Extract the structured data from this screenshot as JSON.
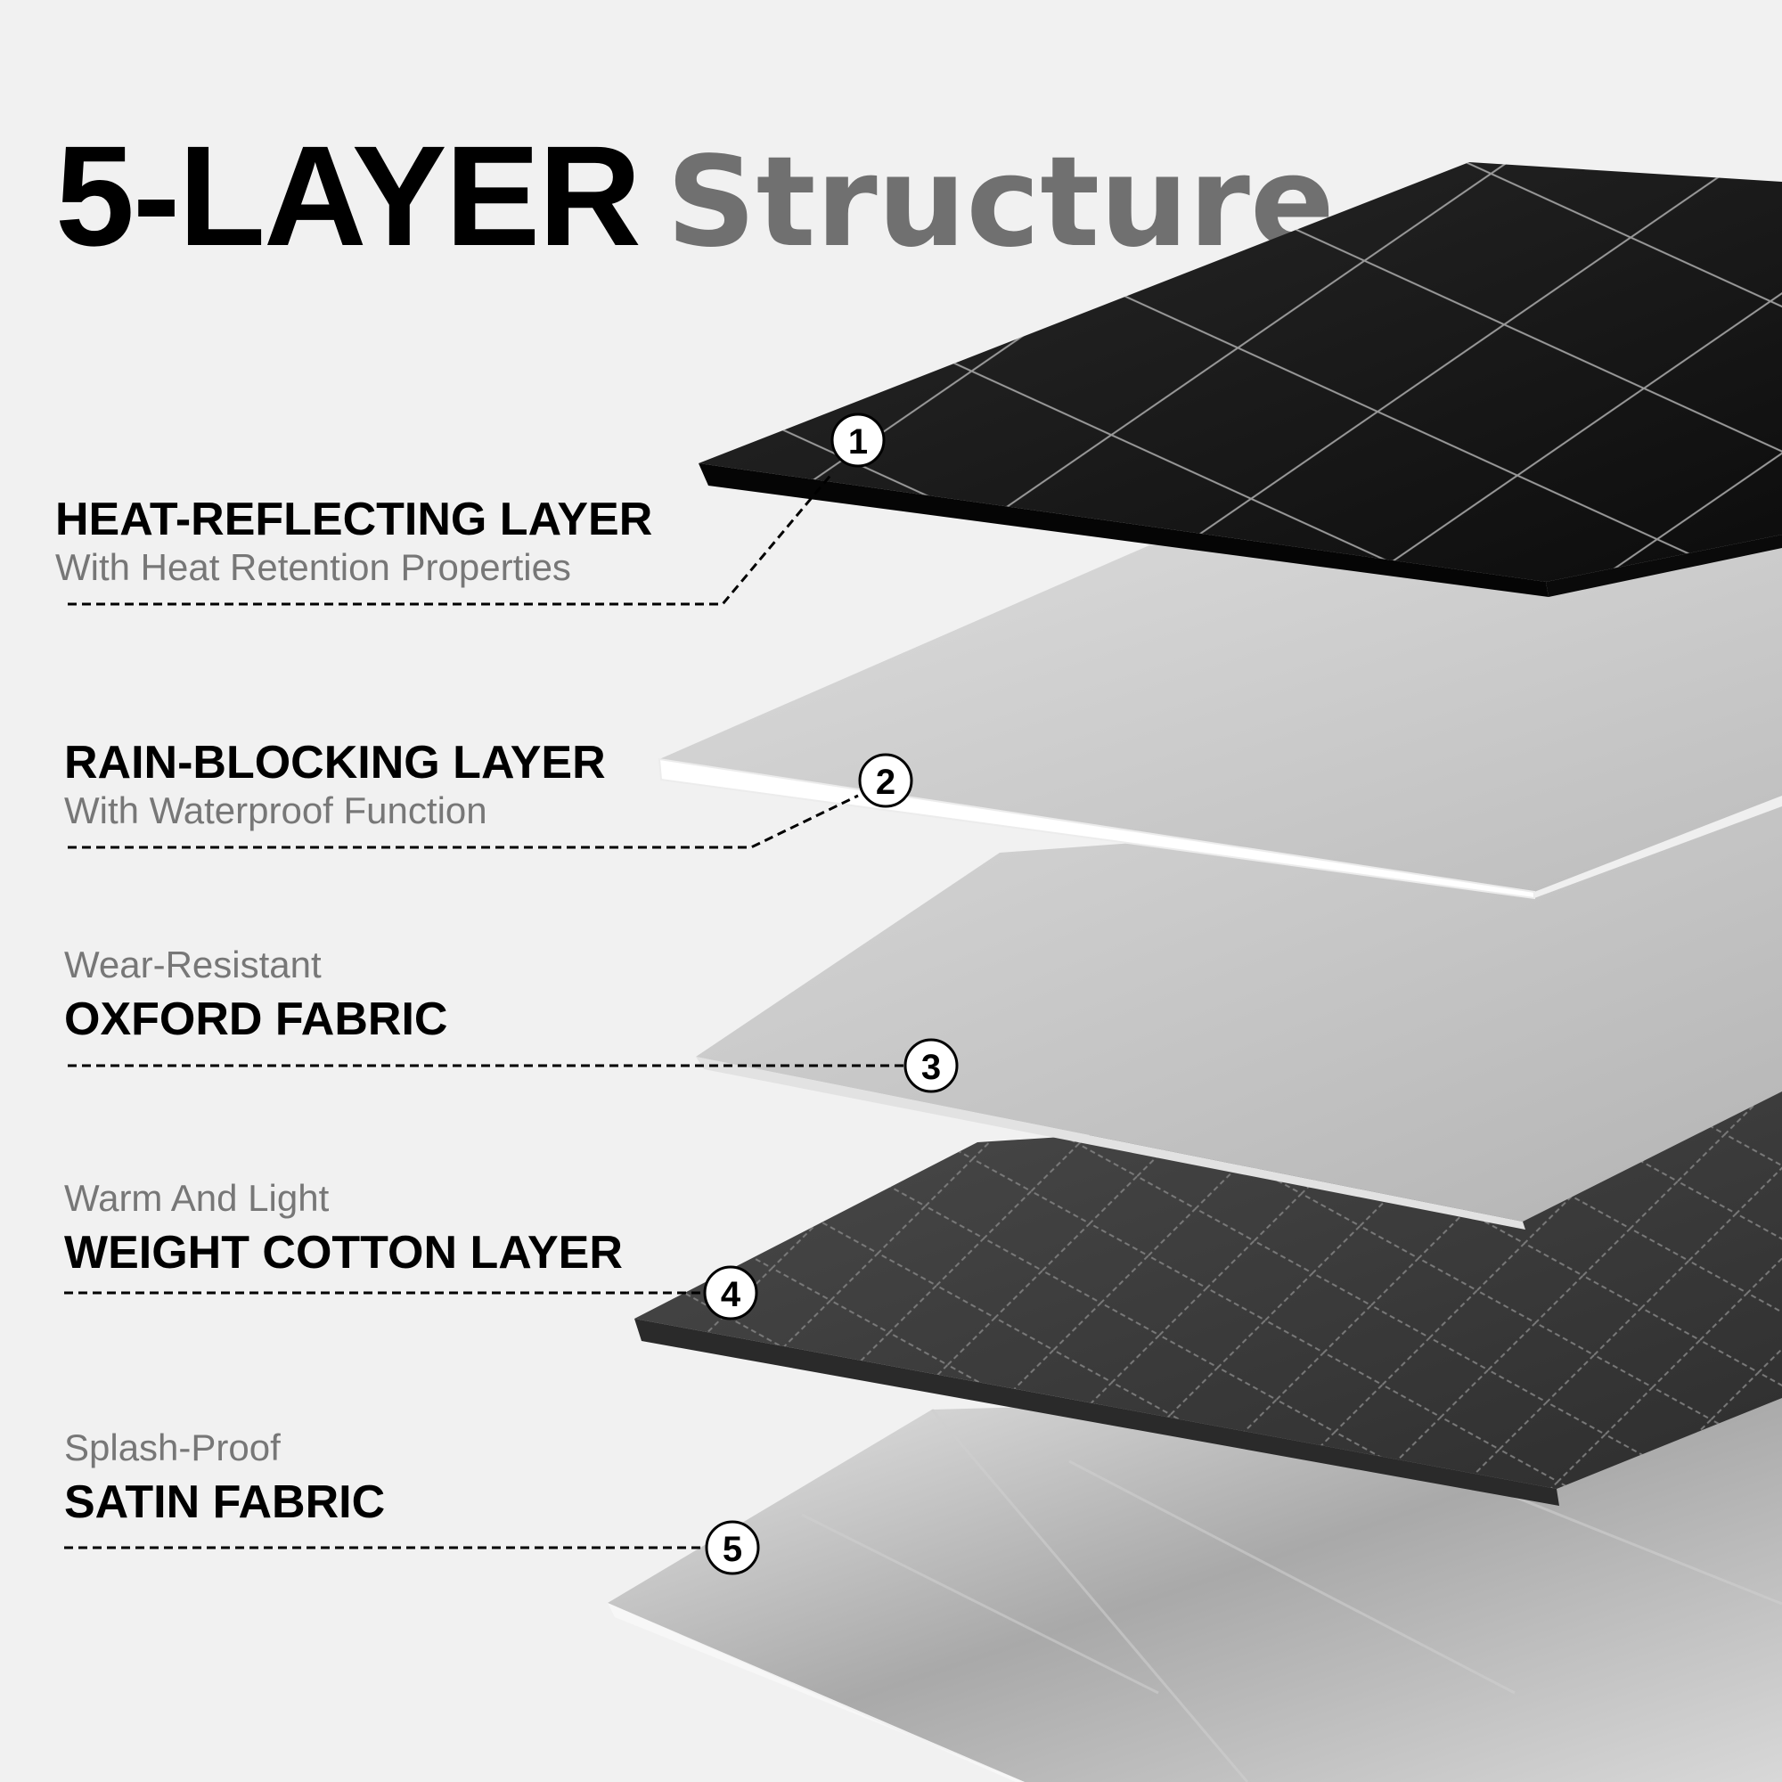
{
  "title": {
    "bold": "5-LAYER",
    "light": "Structure"
  },
  "layers": [
    {
      "number": "1",
      "top_text": "HEAT-REFLECTING LAYER",
      "bottom_text": "With Heat Retention Properties",
      "color": "#111111"
    },
    {
      "number": "2",
      "top_text": "RAIN-BLOCKING LAYER",
      "bottom_text": "With Waterproof Function",
      "color": "#cfcfcf"
    },
    {
      "number": "3",
      "top_text": "Wear-Resistant",
      "bottom_text": "OXFORD FABRIC",
      "color": "#c2c2c2"
    },
    {
      "number": "4",
      "top_text": "Warm And Light",
      "bottom_text": "WEIGHT COTTON LAYER",
      "color": "#3c3c3c"
    },
    {
      "number": "5",
      "top_text": "Splash-Proof",
      "bottom_text": "SATIN FABRIC",
      "color": "#bdbdbd"
    }
  ],
  "colors": {
    "background": "#f1f1f1",
    "title_bold": "#000000",
    "title_light": "#707070",
    "subtext": "#777777"
  }
}
